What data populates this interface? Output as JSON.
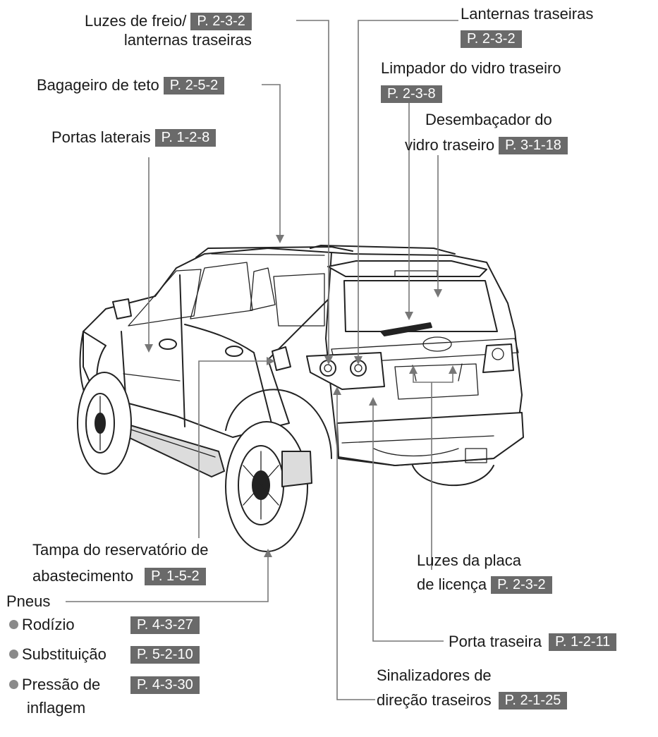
{
  "labels": {
    "brake_lights": {
      "line1": "Luzes de freio/",
      "line2": "lanternas traseiras",
      "ref": "P. 2-3-2"
    },
    "tail_lights": {
      "line1": "Lanternas traseiras",
      "ref": "P. 2-3-2"
    },
    "roof_rack": {
      "text": "Bagageiro de teto",
      "ref": "P. 2-5-2"
    },
    "rear_wiper": {
      "text": "Limpador do vidro traseiro",
      "ref": "P. 2-3-8"
    },
    "side_doors": {
      "text": "Portas laterais",
      "ref": "P.  1-2-8"
    },
    "rear_defogger": {
      "line1": "Desembaçador do",
      "line2": "vidro traseiro",
      "ref": "P. 3-1-18"
    },
    "fuel_door": {
      "line1": "Tampa do reservatório de",
      "line2": "abastecimento",
      "ref": "P. 1-5-2"
    },
    "license_lights": {
      "line1": "Luzes da placa",
      "line2": "de licença",
      "ref": "P. 2-3-2"
    },
    "tires": {
      "title": "Pneus",
      "items": [
        {
          "text": "Rodízio",
          "ref": "P. 4-3-27"
        },
        {
          "text": "Substituição",
          "ref": "P. 5-2-10"
        },
        {
          "text": "Pressão de",
          "text2": "inflagem",
          "ref": "P. 4-3-30"
        }
      ]
    },
    "back_door": {
      "text": "Porta traseira",
      "ref": "P. 1-2-11"
    },
    "rear_turn": {
      "line1": "Sinalizadores de",
      "line2": "direção traseiros",
      "ref": "P. 2-1-25"
    }
  },
  "colors": {
    "ref_badge": "#6a6a6a",
    "leader": "#777777",
    "outline": "#222222"
  }
}
